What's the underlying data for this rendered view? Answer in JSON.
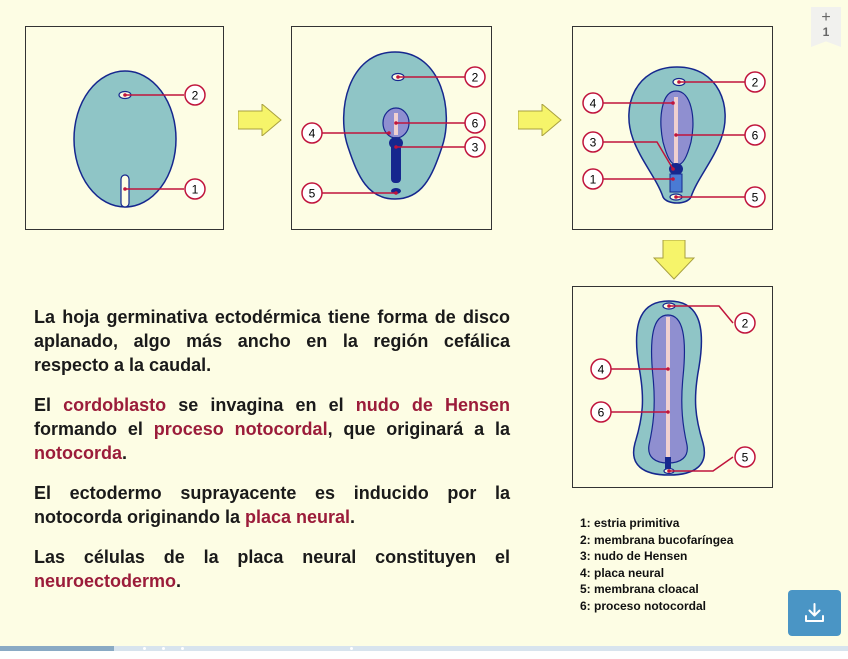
{
  "paragraphs": [
    [
      {
        "t": "La hoja germinativa ectodérmica tiene forma de disco aplanado, algo más ancho en la región cefálica respecto a la caudal.",
        "hl": false
      }
    ],
    [
      {
        "t": "El ",
        "hl": false
      },
      {
        "t": "cordoblasto",
        "hl": true
      },
      {
        "t": " se invagina en el ",
        "hl": false
      },
      {
        "t": "nudo de Hensen",
        "hl": true
      },
      {
        "t": " formando el ",
        "hl": false
      },
      {
        "t": "proceso notocordal",
        "hl": true
      },
      {
        "t": ", que originará a la ",
        "hl": false
      },
      {
        "t": "notocorda",
        "hl": true
      },
      {
        "t": ".",
        "hl": false
      }
    ],
    [
      {
        "t": "El ectodermo suprayacente es inducido por la notocorda  originando la ",
        "hl": false
      },
      {
        "t": "placa neural",
        "hl": true
      },
      {
        "t": ".",
        "hl": false
      }
    ],
    [
      {
        "t": "Las células de la placa neural constituyen el ",
        "hl": false
      },
      {
        "t": "neuroectodermo",
        "hl": true
      },
      {
        "t": ".",
        "hl": false
      }
    ]
  ],
  "legend": [
    "1: estria  primitiva",
    "2: membrana bucofaríngea",
    "3: nudo de Hensen",
    "4: placa neural",
    "5: membrana cloacal",
    "6: proceso notocordal"
  ],
  "diagram_labels": {
    "p1": [
      "2",
      "1"
    ],
    "p2": [
      "2",
      "6",
      "4",
      "3",
      "5"
    ],
    "p3": [
      "2",
      "4",
      "6",
      "3",
      "1",
      "5"
    ],
    "p4": [
      "2",
      "4",
      "6",
      "5"
    ]
  },
  "zoom": {
    "symbol": "+",
    "value": "1"
  },
  "progress_fraction": 0.135,
  "icons": {
    "download": "download-icon",
    "arrow": "arrow-icon"
  },
  "colors": {
    "background": "#fdfde4",
    "disc": "#8fc5c6",
    "plate": "#8f8fd0",
    "knot": "#16278e",
    "label_circle": "#c0143c",
    "highlight": "#9b1c3a",
    "arrow": "#f6f46a",
    "download_button": "#4a95c5"
  }
}
